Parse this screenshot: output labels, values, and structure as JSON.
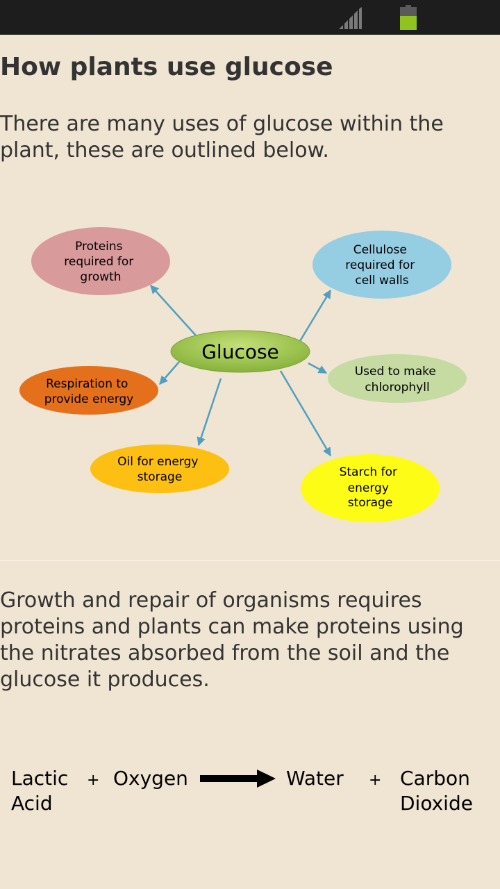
{
  "heading": "How plants use glucose",
  "intro": "There are many uses of glucose within the plant, these are outlined below.",
  "diagram": {
    "center": "Glucose",
    "nodes": {
      "proteins": [
        "Proteins",
        "required for",
        "growth"
      ],
      "cellulose": [
        "Cellulose",
        "required for",
        "cell walls"
      ],
      "respiration": [
        "Respiration to",
        "provide energy"
      ],
      "chlorophyll": [
        "Used to make",
        "chlorophyll"
      ],
      "oil": [
        "Oil for energy",
        "storage"
      ],
      "starch": [
        "Starch for",
        "energy",
        "storage"
      ]
    },
    "colors": {
      "proteins": "#d99a9c",
      "cellulose": "#95cde3",
      "respiration": "#e5701b",
      "chlorophyll": "#c5dba2",
      "oil": "#fdbf12",
      "starch": "#fdfc16",
      "center": "#9ac24a",
      "arrow": "#4f9fbf"
    }
  },
  "body": "Growth and repair of organisms requires proteins and plants can make proteins using the nitrates absorbed from the soil and the glucose it produces.",
  "equation": {
    "lactic": "Lactic",
    "acid": "Acid",
    "plus1": "+",
    "oxygen": "Oxygen",
    "water": "Water",
    "plus2": "+",
    "carbon": "Carbon",
    "dioxide": "Dioxide"
  },
  "status": {
    "battery_color": "#8fc31f"
  }
}
